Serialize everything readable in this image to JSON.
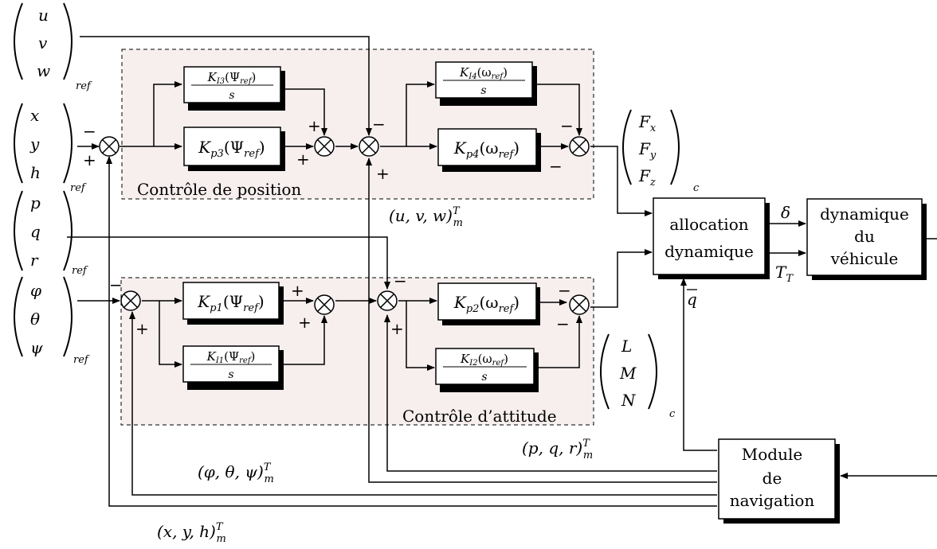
{
  "zones": {
    "position": "Contrôle de position",
    "attitude": "Contrôle d’attitude"
  },
  "blocks": {
    "ki3": {
      "num": "K",
      "sub": "I3",
      "arg": "(Ψ",
      "argsub": "ref",
      "close": ")",
      "den": "s"
    },
    "kp3": {
      "k": "K",
      "sub": "p3",
      "arg": "(Ψ",
      "argsub": "ref",
      "close": ")"
    },
    "ki4": {
      "num": "K",
      "sub": "I4",
      "arg": "(ω",
      "argsub": "ref",
      "close": ")",
      "den": "s"
    },
    "kp4": {
      "k": "K",
      "sub": "p4",
      "arg": "(ω",
      "argsub": "ref",
      "close": ")"
    },
    "kp1": {
      "k": "K",
      "sub": "p1",
      "arg": "(Ψ",
      "argsub": "ref",
      "close": ")"
    },
    "ki1": {
      "num": "K",
      "sub": "I1",
      "arg": "(Ψ",
      "argsub": "ref",
      "close": ")",
      "den": "s"
    },
    "kp2": {
      "k": "K",
      "sub": "p2",
      "arg": "(ω",
      "argsub": "ref",
      "close": ")"
    },
    "ki2": {
      "num": "K",
      "sub": "I2",
      "arg": "(ω",
      "argsub": "ref",
      "close": ")",
      "den": "s"
    },
    "allocation": [
      "allocation",
      "dynamique"
    ],
    "dynamics": [
      "dynamique",
      "du",
      "véhicule"
    ],
    "navigation": [
      "Module",
      "de",
      "navigation"
    ]
  },
  "inputs": {
    "uvw": [
      "u",
      "v",
      "w"
    ],
    "xyh": [
      "x",
      "y",
      "h"
    ],
    "pqr": [
      "p",
      "q",
      "r"
    ],
    "angles": [
      "φ",
      "θ",
      "ψ"
    ],
    "ref": "ref"
  },
  "outputs": {
    "forces": [
      {
        "b": "F",
        "s": "x"
      },
      {
        "b": "F",
        "s": "y"
      },
      {
        "b": "F",
        "s": "z"
      }
    ],
    "moments": [
      "L",
      "M",
      "N"
    ],
    "c": "c",
    "delta": "δ",
    "tt": {
      "b": "T",
      "s": "T"
    },
    "qbar": "q"
  },
  "measures": {
    "uvw": {
      "pre": "(u, v, w)",
      "sup": "T",
      "sub": "m"
    },
    "pqr": {
      "pre": "(p, q, r)",
      "sup": "T",
      "sub": "m"
    },
    "angles": {
      "pre": "(φ, θ, ψ)",
      "sup": "T",
      "sub": "m"
    },
    "xyh": {
      "pre": "(x, y, h)",
      "sup": "T",
      "sub": "m"
    }
  },
  "signs": {
    "plus": "+",
    "minus": "−"
  }
}
